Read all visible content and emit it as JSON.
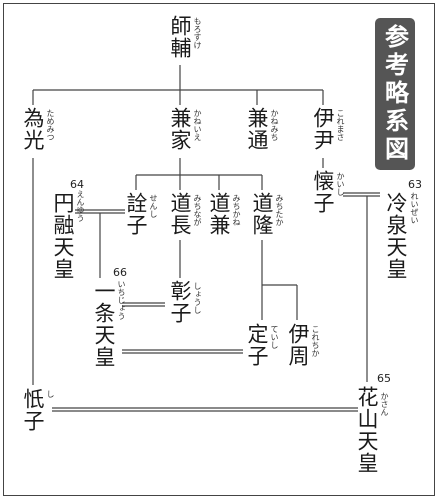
{
  "title": "参考略系図",
  "colors": {
    "line": "#444444",
    "badge": "#555555",
    "text": "#1a1a1a"
  },
  "persons": {
    "morosuke": {
      "name": "師輔",
      "reading": "もろすけ"
    },
    "tamemitsu": {
      "name": "為光",
      "reading": "ためみつ"
    },
    "kaneie": {
      "name": "兼家",
      "reading": "かねいえ"
    },
    "kanemichi": {
      "name": "兼通",
      "reading": "かねみち"
    },
    "koremasa": {
      "name": "伊尹",
      "reading": "これまさ"
    },
    "enyu": {
      "name": "円融天皇",
      "reading": "えんゆう",
      "number": "64"
    },
    "senshi": {
      "name": "詮子",
      "reading": "せんし"
    },
    "michinaga": {
      "name": "道長",
      "reading": "みちなが"
    },
    "michikane": {
      "name": "道兼",
      "reading": "みちかね"
    },
    "michitaka": {
      "name": "道隆",
      "reading": "みちたか"
    },
    "kaishi": {
      "name": "懐子",
      "reading": "かいし"
    },
    "reizei": {
      "name": "冷泉天皇",
      "reading": "れいぜい",
      "number": "63"
    },
    "ichijo": {
      "name": "一条天皇",
      "reading": "いちじょう",
      "number": "66"
    },
    "shoshi": {
      "name": "彰子",
      "reading": "しょうし"
    },
    "teishi": {
      "name": "定子",
      "reading": "ていし"
    },
    "korechika": {
      "name": "伊周",
      "reading": "これちか"
    },
    "soshi": {
      "name": "忯子",
      "reading": "し"
    },
    "kazan": {
      "name": "花山天皇",
      "reading": "かさん",
      "number": "65"
    }
  }
}
